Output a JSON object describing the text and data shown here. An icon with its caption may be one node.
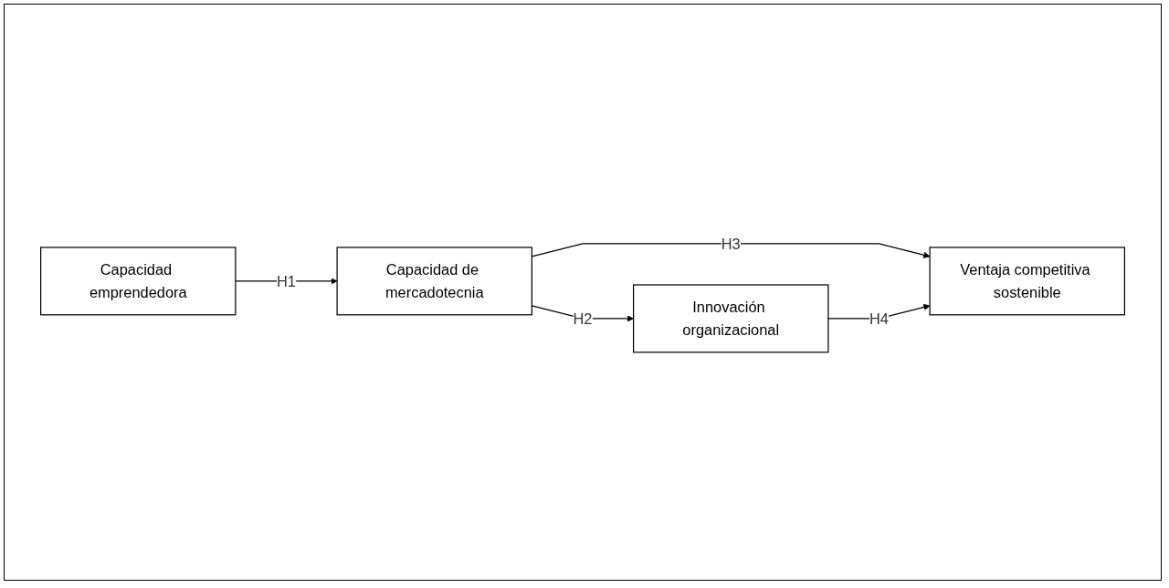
{
  "diagram": {
    "nodes": [
      {
        "text": [
          "Capacidad emprendedora"
        ]
      },
      {
        "text": [
          "Capacidad de mercadotecnia"
        ]
      },
      {
        "text": [
          "Innovación organizacional"
        ]
      },
      {
        "text": [
          "Ventaja competitiva sostenible"
        ]
      }
    ],
    "edges": [
      {
        "from": 0,
        "to": 1,
        "arrow": "to",
        "label": "H1"
      },
      {
        "from": 1,
        "to": 2,
        "arrow": "to",
        "label": "H2"
      },
      {
        "from": 1,
        "to": 3,
        "arrow": "to",
        "label": "H3"
      },
      {
        "from": 2,
        "to": 3,
        "arrow": "to",
        "label": "H4"
      }
    ]
  }
}
